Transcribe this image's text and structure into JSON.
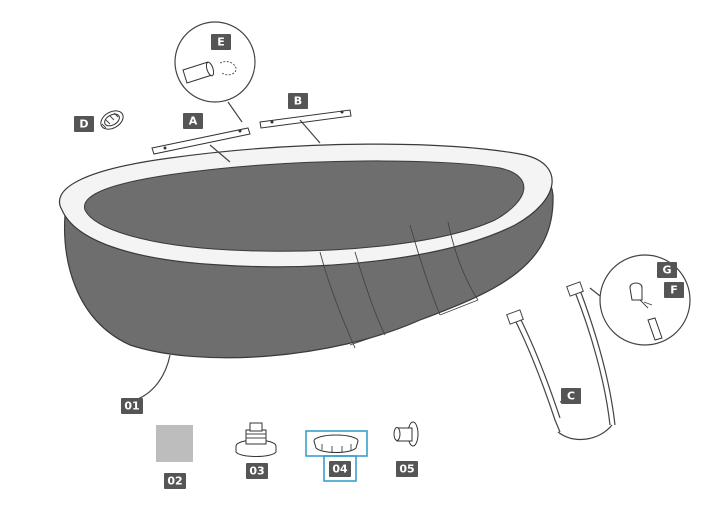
{
  "diagram": {
    "part_labels": {
      "A": "A",
      "B": "B",
      "C": "C",
      "D": "D",
      "E": "E",
      "F": "F",
      "G": "G"
    },
    "component_labels": {
      "c01": "01",
      "c02": "02",
      "c03": "03",
      "c04": "04",
      "c05": "05"
    },
    "colors": {
      "label_fill": "#555555",
      "label_text": "#ffffff",
      "pool_wall": "#6e6e6e",
      "pool_rim": "#f4f4f4",
      "liner_patch": "#bdbdbd",
      "highlight": "#3a9ec9",
      "line": "#444444"
    },
    "highlighted_component": "04"
  }
}
